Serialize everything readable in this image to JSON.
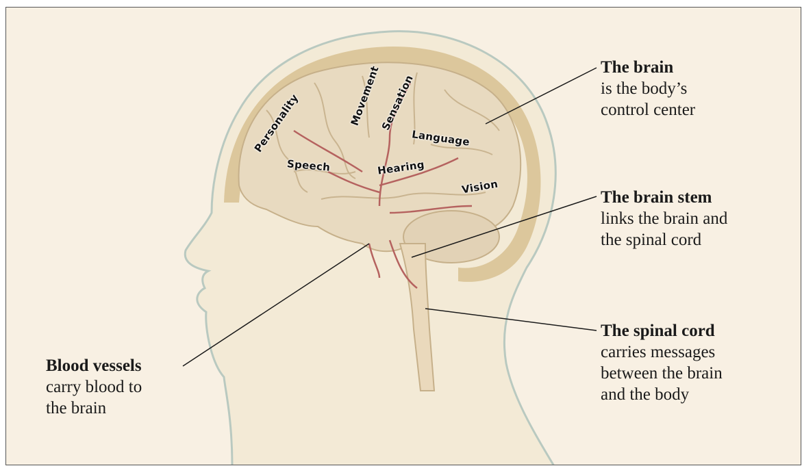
{
  "callouts": {
    "brain": {
      "title": "The brain",
      "desc": [
        "is the body’s",
        "control center"
      ]
    },
    "brain_stem": {
      "title": "The brain stem",
      "desc": [
        "links the brain and",
        "the spinal cord"
      ]
    },
    "spinal_cord": {
      "title": "The spinal cord",
      "desc": [
        "carries messages",
        "between the brain",
        "and the body"
      ]
    },
    "blood_vessels": {
      "title": "Blood vessels",
      "desc": [
        "carry blood to",
        "the brain"
      ]
    }
  },
  "regions": {
    "personality": "Personality",
    "movement": "Movement",
    "sensation": "Sensation",
    "language": "Language",
    "speech": "Speech",
    "hearing": "Hearing",
    "vision": "Vision"
  },
  "colors": {
    "background": "#f8f0e3",
    "skin": "#f3ead6",
    "skull": "#dcc79c",
    "brain": "#e8dac0",
    "vessel": "#b5625f",
    "leader_line": "#1a1a1a"
  }
}
